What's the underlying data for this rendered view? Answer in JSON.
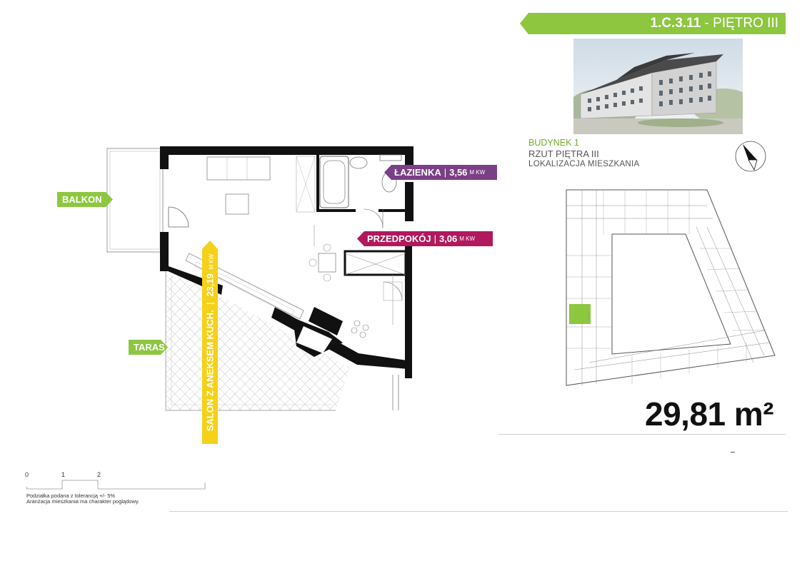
{
  "header": {
    "unit_code": "1.C.3.11",
    "unit_floor": " - PIĘTRO III"
  },
  "info": {
    "building": "BUDYNEK 1",
    "floor_plan": "RZUT PIĘTRA III",
    "location": "LOKALIZACJA MIESZKANIA"
  },
  "area": "29,81 m²",
  "rooms": {
    "balkon": "BALKON",
    "taras": "TARAS",
    "lazienka": {
      "name": "ŁAZIENKA",
      "sep": "|",
      "value": "3,56",
      "unit": "M KW"
    },
    "przedpokoj": {
      "name": "PRZEDPOKÓJ",
      "sep": "|",
      "value": "3,06",
      "unit": "M KW"
    },
    "salon": {
      "name": "SALON Z ANEKSEM KUCH.",
      "sep": "|",
      "value": "23,19",
      "unit": "M KW"
    }
  },
  "scale": {
    "ticks": [
      "0",
      "1",
      "2"
    ],
    "note_line1": "Podziałka podana z tolerancją +/- 5%",
    "note_line2": "Aranżacja mieszkania ma charakter poglądowy."
  },
  "colors": {
    "green": "#8dc63f",
    "purple": "#7b3f86",
    "magenta": "#b0195e",
    "yellow": "#f5d117"
  }
}
